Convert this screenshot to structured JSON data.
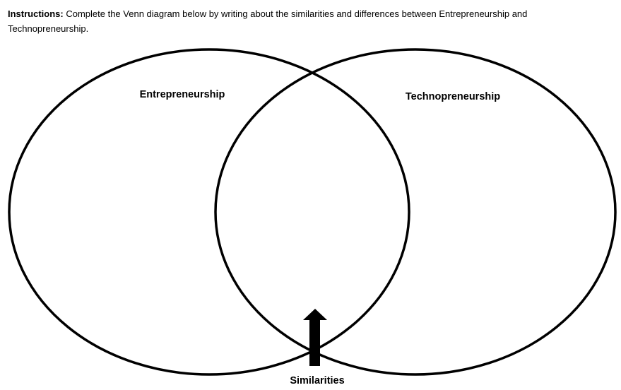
{
  "instructions": {
    "label": "Instructions:",
    "text": " Complete the Venn diagram below by writing about the similarities and differences between Entrepreneurship and Technopreneurship."
  },
  "venn": {
    "left_label": "Entrepreneurship",
    "right_label": "Technopreneurship",
    "overlap_label": "Similarities"
  }
}
